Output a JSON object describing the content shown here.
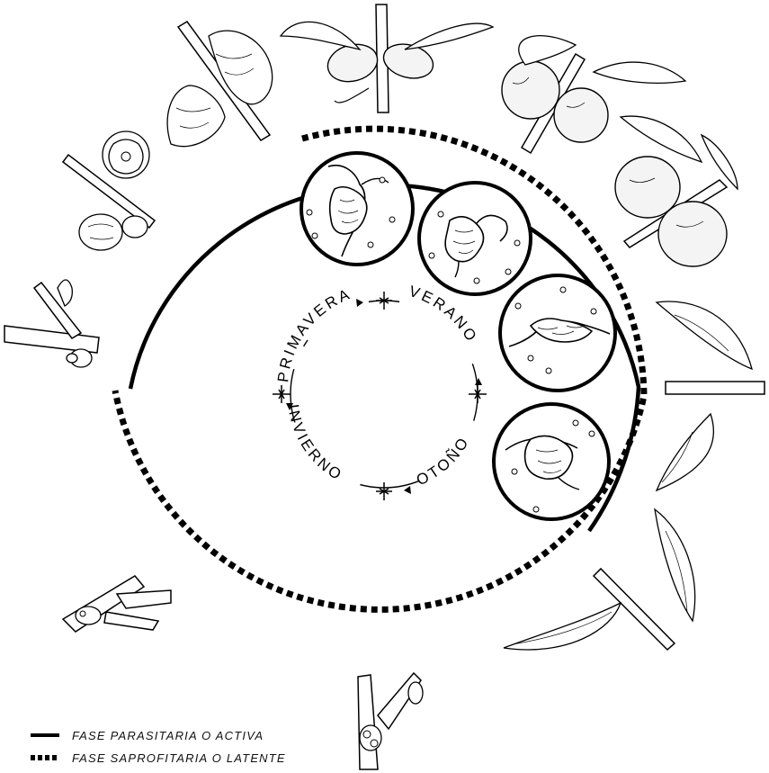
{
  "seasons": {
    "spring": "PRIMAVERA",
    "summer": "VERANO",
    "autumn": "OTOÑO",
    "winter": "INVIERNO"
  },
  "legend": {
    "active_label": "FASE PARASITARIA O ACTIVA",
    "latent_label": "FASE SAPROFITARIA O LATENTE"
  },
  "colors": {
    "ink": "#000000",
    "background": "#ffffff"
  }
}
